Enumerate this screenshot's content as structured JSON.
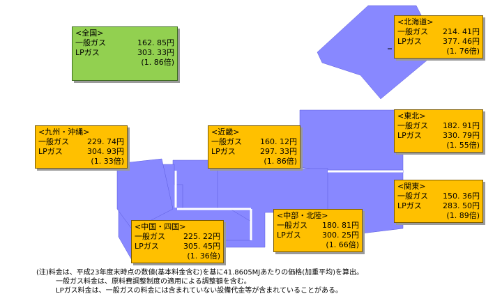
{
  "colors": {
    "land": "#8888ff",
    "land_edge": "#5a5adc",
    "box_fill": "#ffc000",
    "national_fill": "#92d050"
  },
  "regions": [
    {
      "key": "national",
      "name": "<全国>",
      "general_label": "一般ガス",
      "general_value": "162. 85円",
      "lp_label": "LPガス",
      "lp_value": "303. 33円",
      "ratio": "(1. 86倍)"
    },
    {
      "key": "hokkaido",
      "name": "<北海道>",
      "general_label": "一般ガス",
      "general_value": "214. 41円",
      "lp_label": "LPガス",
      "lp_value": "377. 46円",
      "ratio": "(1. 76倍)"
    },
    {
      "key": "tohoku",
      "name": "<東北>",
      "general_label": "一般ガス",
      "general_value": "182. 91円",
      "lp_label": "LPガス",
      "lp_value": "330. 79円",
      "ratio": "(1. 55倍)"
    },
    {
      "key": "kanto",
      "name": "<関東>",
      "general_label": "一般ガス",
      "general_value": "150. 36円",
      "lp_label": "LPガス",
      "lp_value": "283. 50円",
      "ratio": "(1. 89倍)"
    },
    {
      "key": "chubu",
      "name": "<中部・北陸>",
      "general_label": "一般ガス",
      "general_value": "180. 81円",
      "lp_label": "LPガス",
      "lp_value": "300. 25円",
      "ratio": "(1. 66倍)"
    },
    {
      "key": "kinki",
      "name": "<近畿>",
      "general_label": "一般ガス",
      "general_value": "160. 12円",
      "lp_label": "LPガス",
      "lp_value": "297. 33円",
      "ratio": "(1. 86倍)"
    },
    {
      "key": "chugoku",
      "name": "<中国・四国>",
      "general_label": "一般ガス",
      "general_value": "225. 22円",
      "lp_label": "LPガス",
      "lp_value": "305. 45円",
      "ratio": "(1. 36倍)"
    },
    {
      "key": "kyushu",
      "name": "<九州・沖縄>",
      "general_label": "一般ガス",
      "general_value": "229. 74円",
      "lp_label": "LPガス",
      "lp_value": "304. 93円",
      "ratio": "(1. 33倍)"
    }
  ],
  "notes": [
    "(注)料金は、平成23年度末時点の数値(基本料金含む)を基に41.8605MJあたりの価格(加重平均)を算出。",
    "一般ガス料金は、原料費調整制度の適用による調整額を含む。",
    "LPガス料金は、一般ガスの料金には含まれていない設備代金等が含まれていることがある。"
  ]
}
